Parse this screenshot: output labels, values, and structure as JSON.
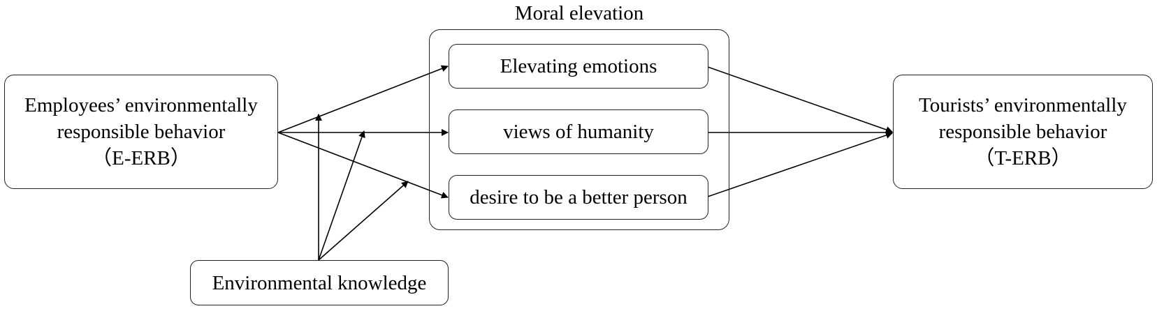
{
  "diagram": {
    "group_title": "Moral elevation",
    "source": {
      "line1": "Employees’ environmentally",
      "line2": "responsible behavior",
      "line3": "（E-ERB）"
    },
    "target": {
      "line1": "Tourists’ environmentally",
      "line2": "responsible behavior",
      "line3": "（T-ERB）"
    },
    "mediators": {
      "m1": "Elevating emotions",
      "m2": "views of humanity",
      "m3": "desire to be a better person"
    },
    "moderator": "Environmental knowledge"
  }
}
